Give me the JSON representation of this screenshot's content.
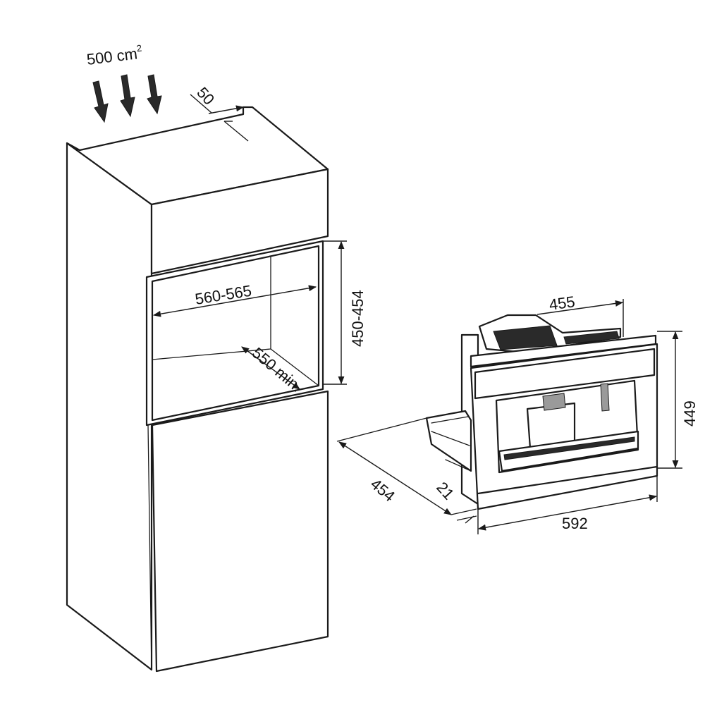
{
  "labels": {
    "airflow_area": "500 cm",
    "airflow_area_unit_sup": "2",
    "top_gap": "50",
    "niche_width": "560-565",
    "niche_height": "450-454",
    "niche_depth": "550 min.",
    "machine_top_width": "455",
    "machine_height": "449",
    "machine_depth": "454",
    "front_offset": "21",
    "machine_width": "592"
  }
}
